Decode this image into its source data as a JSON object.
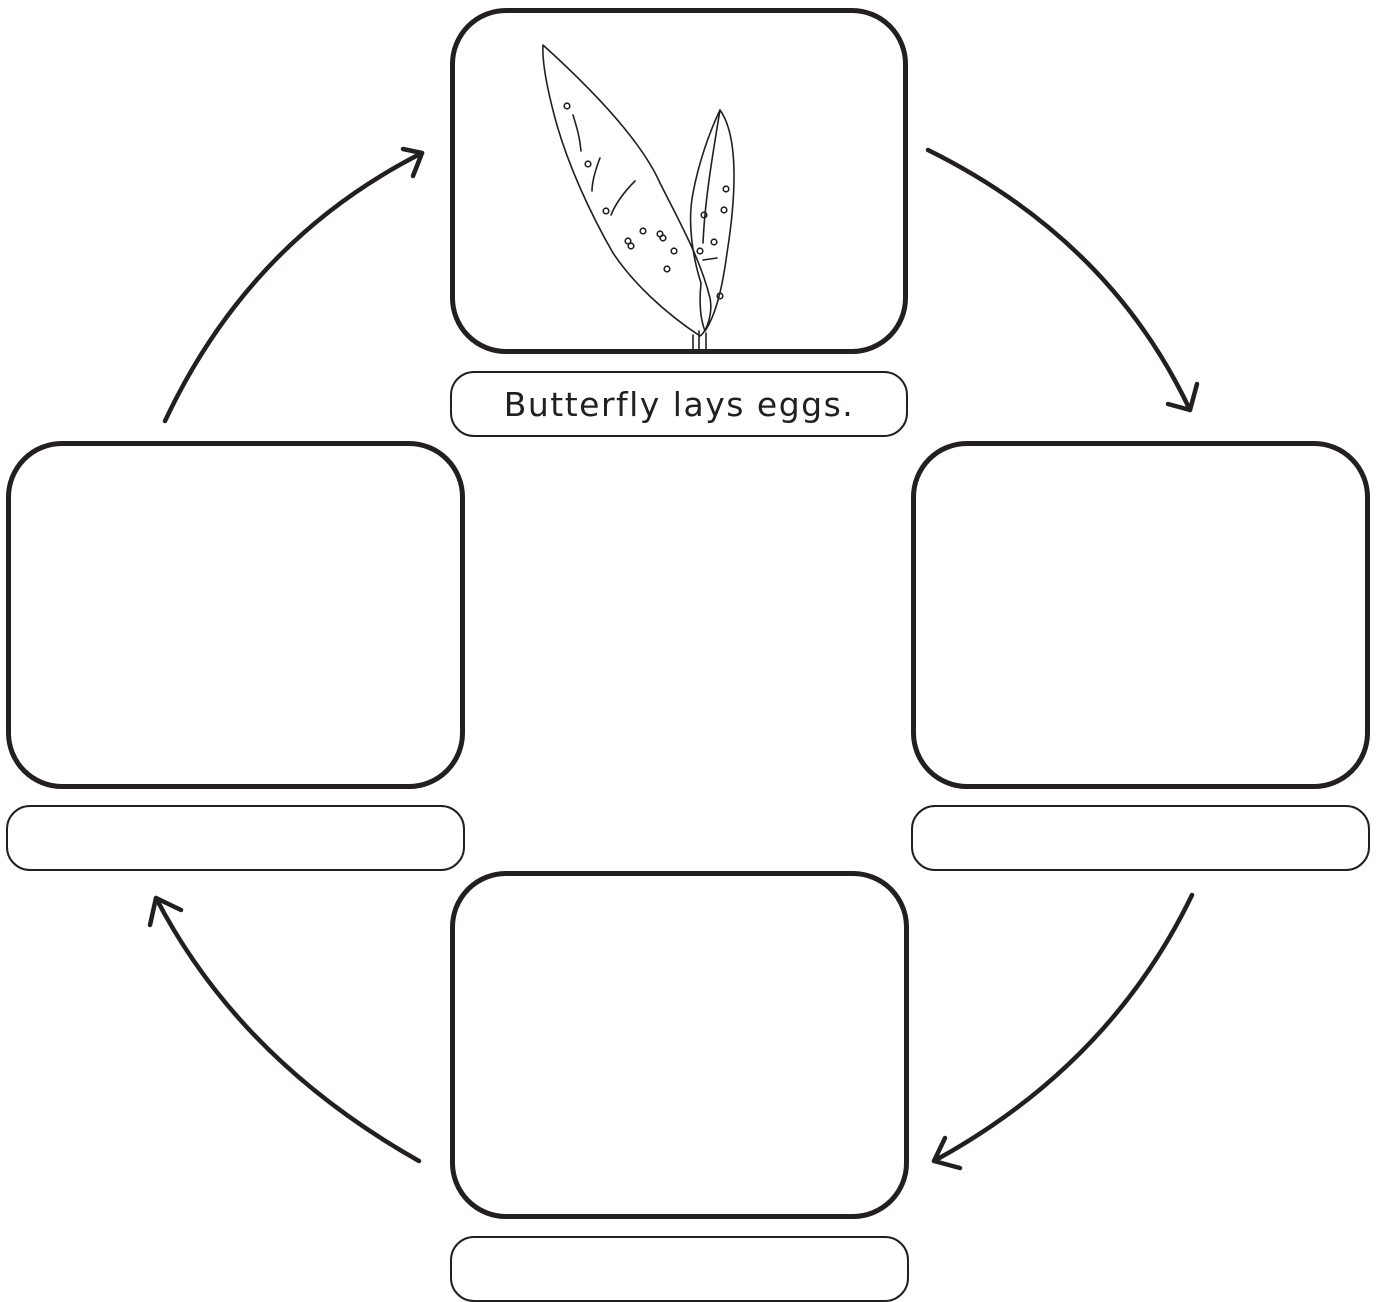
{
  "diagram": {
    "stages": [
      {
        "id": "top",
        "label": "Butterfly lays eggs.",
        "image": "leaves-with-eggs-illustration"
      },
      {
        "id": "right",
        "label": "",
        "image": ""
      },
      {
        "id": "bottom",
        "label": "",
        "image": ""
      },
      {
        "id": "left",
        "label": "",
        "image": ""
      }
    ],
    "arrows": [
      "top-to-right",
      "right-to-bottom",
      "bottom-to-left",
      "left-to-top"
    ],
    "colors": {
      "stroke": "#231f20",
      "background": "#ffffff"
    }
  }
}
